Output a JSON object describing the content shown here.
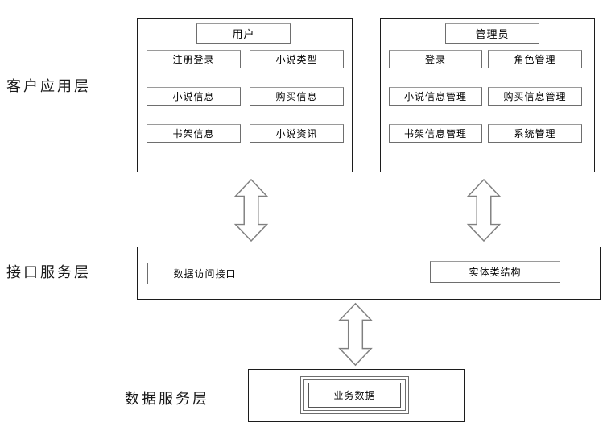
{
  "labels": {
    "client_layer": "客户应用层",
    "interface_layer": "接口服务层",
    "data_layer": "数据服务层"
  },
  "client_layer": {
    "user_panel": {
      "title": "用户",
      "items": [
        "注册登录",
        "小说类型",
        "小说信息",
        "购买信息",
        "书架信息",
        "小说资讯"
      ]
    },
    "admin_panel": {
      "title": "管理员",
      "items": [
        "登录",
        "角色管理",
        "小说信息管理",
        "购买信息管理",
        "书架信息管理",
        "系统管理"
      ]
    }
  },
  "interface_layer": {
    "items": [
      "数据访问接口",
      "实体类结构"
    ]
  },
  "data_layer": {
    "item": "业务数据"
  },
  "colors": {
    "background": "#ffffff",
    "panel_border": "#1c1c1c",
    "box_border": "#6e6e6e",
    "arrow_outline": "#808080",
    "text": "#000000"
  }
}
